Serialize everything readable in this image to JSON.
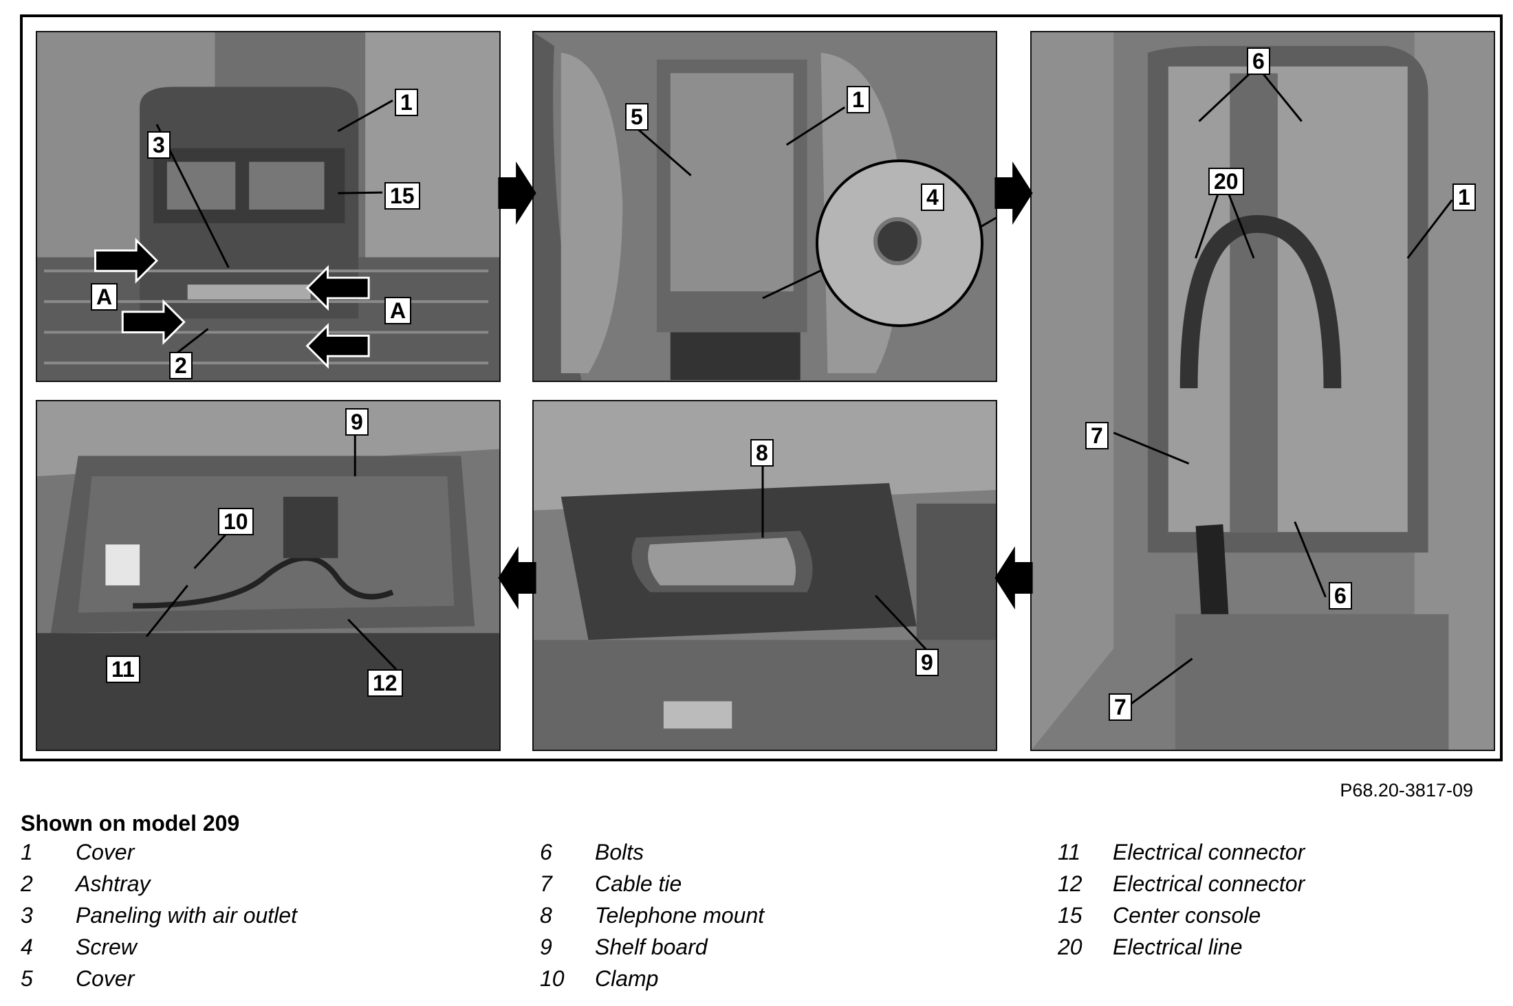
{
  "figure": {
    "code": "P68.20-3817-09",
    "caption": "Shown on model 209",
    "panels": [
      {
        "id": "p1",
        "callouts": [
          "1",
          "3",
          "15",
          "A",
          "A",
          "2"
        ]
      },
      {
        "id": "p2",
        "callouts": [
          "5",
          "1",
          "4"
        ]
      },
      {
        "id": "p3",
        "callouts": [
          "6",
          "20",
          "1",
          "7",
          "6",
          "7"
        ]
      },
      {
        "id": "p4",
        "callouts": [
          "9",
          "10",
          "11",
          "12"
        ]
      },
      {
        "id": "p5",
        "callouts": [
          "8",
          "9"
        ]
      }
    ]
  },
  "legend": {
    "columns": [
      [
        {
          "num": "1",
          "label": "Cover"
        },
        {
          "num": "2",
          "label": "Ashtray"
        },
        {
          "num": "3",
          "label": "Paneling with air outlet"
        },
        {
          "num": "4",
          "label": "Screw"
        },
        {
          "num": "5",
          "label": "Cover"
        }
      ],
      [
        {
          "num": "6",
          "label": "Bolts"
        },
        {
          "num": "7",
          "label": "Cable tie"
        },
        {
          "num": "8",
          "label": "Telephone mount"
        },
        {
          "num": "9",
          "label": "Shelf board"
        },
        {
          "num": "10",
          "label": "Clamp"
        }
      ],
      [
        {
          "num": "11",
          "label": "Electrical connector"
        },
        {
          "num": "12",
          "label": "Electrical connector"
        },
        {
          "num": "15",
          "label": "Center console"
        },
        {
          "num": "20",
          "label": "Electrical line"
        }
      ]
    ]
  },
  "colors": {
    "photo_dark": "#4a4a4a",
    "photo_mid": "#7d7d7d",
    "photo_light": "#bcbcbc",
    "ink": "#000000"
  }
}
